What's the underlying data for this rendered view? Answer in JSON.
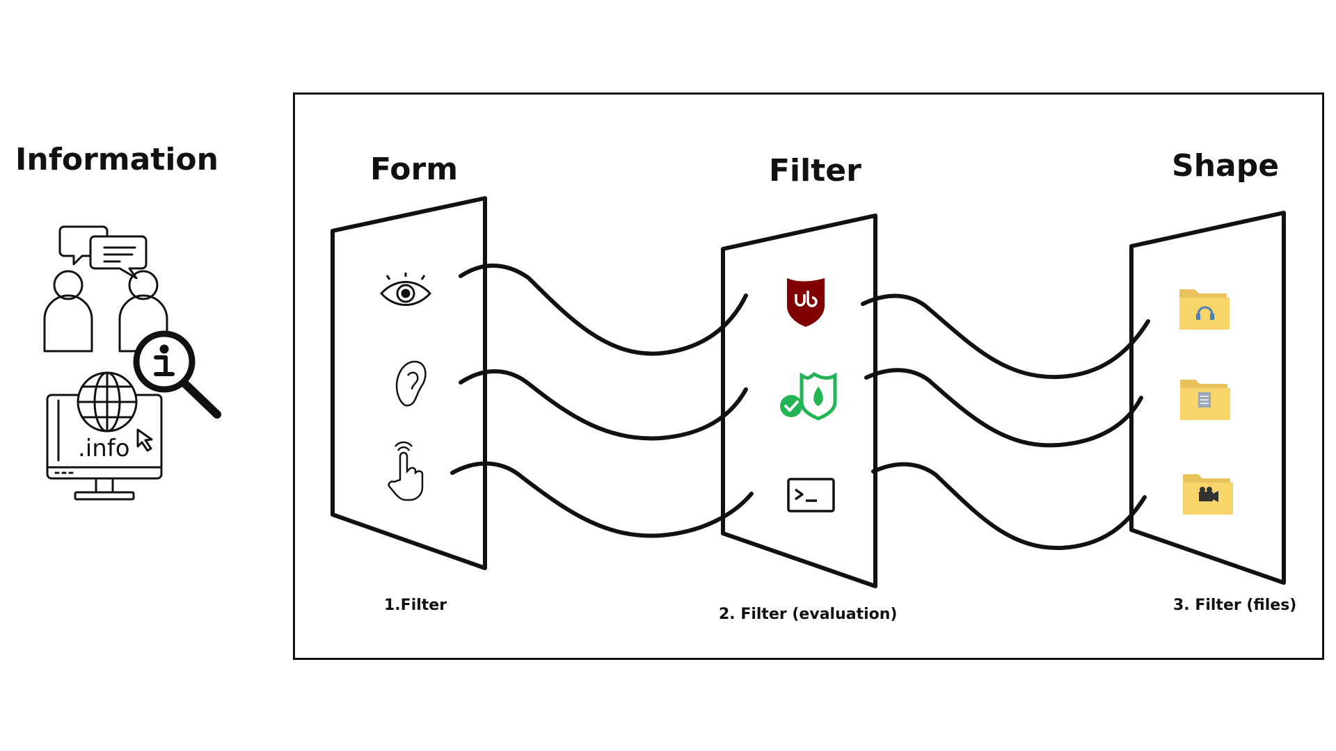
{
  "information_title": "Information",
  "info_illustration_text": ".info",
  "headings": {
    "form": "Form",
    "filter": "Filter",
    "shape": "Shape"
  },
  "captions": {
    "filter_1": "1.Filter",
    "filter_2": "2. Filter (evaluation)",
    "filter_3": "3. Filter (files)"
  },
  "icons": {
    "form_panel": [
      "eye-icon",
      "ear-icon",
      "touch-hand-icon"
    ],
    "filter_panel": [
      "ublock-shield-icon",
      "firewall-shield-icon",
      "terminal-icon"
    ],
    "shape_panel": [
      "audio-folder-icon",
      "document-folder-icon",
      "video-folder-icon"
    ]
  },
  "colors": {
    "line": "#111111",
    "ublock_red": "#800000",
    "firewall_green": "#22b455",
    "folder_yellow": "#f7d56b"
  }
}
